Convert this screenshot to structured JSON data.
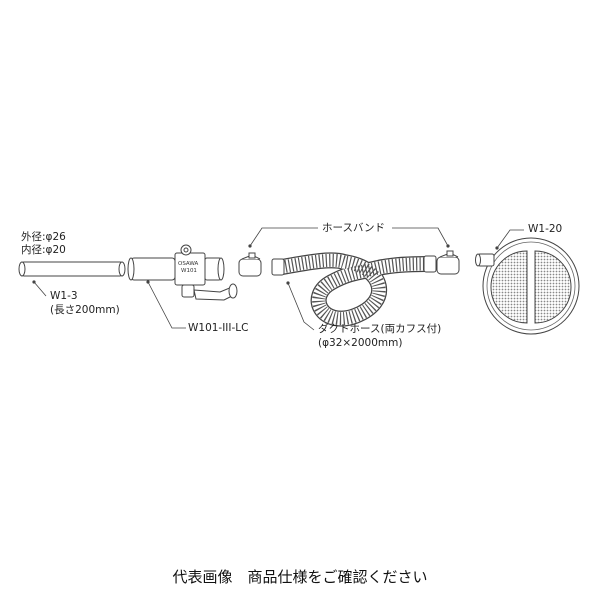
{
  "labels": {
    "outer_diameter": "外径:φ26",
    "inner_diameter": "内径:φ20",
    "pipe_model": "W1-3",
    "pipe_length": "(長さ200mm)",
    "gun_model": "W101-III-LC",
    "gun_brand": "OSAWA",
    "gun_code": "W101",
    "hose_band": "ホースバンド",
    "duct_hose": "ダクトホース(両カフス付)",
    "duct_hose_size": "(φ32×2000mm)",
    "filter_model": "W1-20"
  },
  "caption": "代表画像　商品仕様をご確認ください",
  "colors": {
    "line": "#444444",
    "light": "#cccccc",
    "text": "#222222"
  }
}
